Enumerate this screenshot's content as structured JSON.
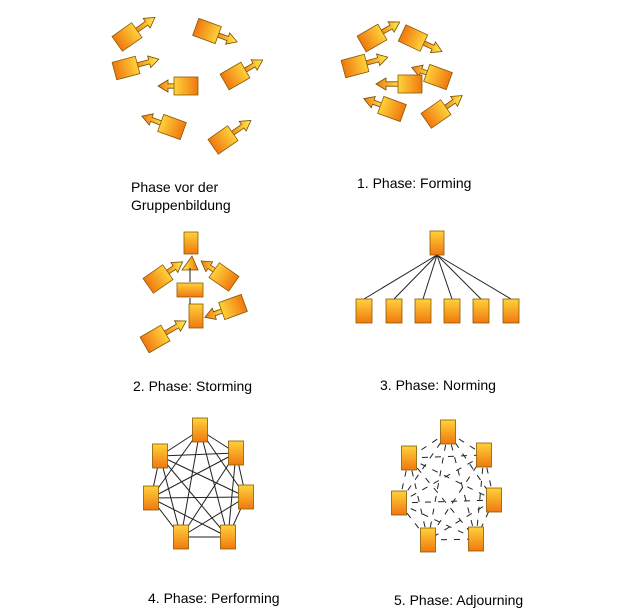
{
  "colors": {
    "node_top": "#ffd23a",
    "node_bottom": "#f07810",
    "node_stroke": "#8a5a00",
    "line": "#222222",
    "arrow_light": "#fff04a",
    "arrow_dark": "#f07810"
  },
  "phases": [
    {
      "id": "pre",
      "caption": "Phase vor der Gruppenbildung"
    },
    {
      "id": "forming",
      "caption": "1. Phase: Forming"
    },
    {
      "id": "storming",
      "caption": "2. Phase: Storming"
    },
    {
      "id": "norming",
      "caption": "3. Phase: Norming"
    },
    {
      "id": "performing",
      "caption": "4. Phase: Performing"
    },
    {
      "id": "adjourning",
      "caption": "5. Phase: Adjourning"
    }
  ]
}
